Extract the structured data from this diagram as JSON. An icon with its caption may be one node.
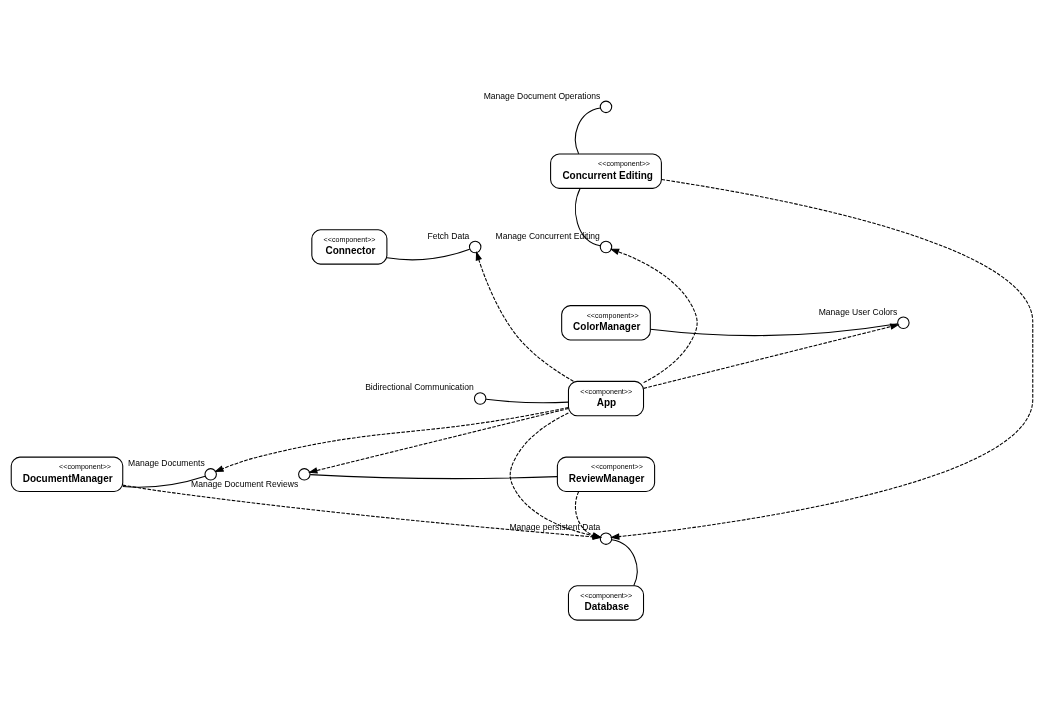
{
  "diagram": {
    "nodes": [
      {
        "text": [],
        "shape": "circle",
        "beside": [
          "Manage Document Operations"
        ]
      },
      {
        "text": [
          "<<component>>",
          "Concurrent Editing"
        ]
      },
      {
        "text": [
          "<<component>>",
          "Connector"
        ]
      },
      {
        "text": [],
        "shape": "circle",
        "beside": [
          "Fetch Data"
        ]
      },
      {
        "text": [],
        "shape": "circle",
        "beside": [
          "Manage Concurrent Editing"
        ]
      },
      {
        "text": [],
        "shape": "circle",
        "beside": [
          "Manage User Colors"
        ]
      },
      {
        "text": [
          "<<component>>",
          "ColorManager"
        ]
      },
      {
        "text": [],
        "shape": "circle",
        "beside": [
          "Bidirectional Communication"
        ]
      },
      {
        "text": [
          "<<component>>",
          "App"
        ]
      },
      {
        "text": [
          "<<component>>",
          "DocumentManager"
        ]
      },
      {
        "text": [],
        "shape": "circle",
        "beside": [
          "Manage Documents"
        ]
      },
      {
        "text": [],
        "shape": "circle",
        "beside": [
          "Manage Document Reviews"
        ]
      },
      {
        "text": [
          "<<component>>",
          "ReviewManager"
        ]
      },
      {
        "text": [],
        "shape": "circle",
        "beside": [
          "Manage persistent Data"
        ]
      },
      {
        "text": [
          "<<component>>",
          "Database"
        ]
      }
    ],
    "edges": [
      {
        "from": 0,
        "to": 1,
        "arrow": "none"
      },
      {
        "from": 1,
        "to": 4,
        "arrow": "none"
      },
      {
        "from": 2,
        "to": 3,
        "arrow": "none"
      },
      {
        "from": 8,
        "to": 3,
        "arrow": "to",
        "style": "dashed"
      },
      {
        "from": 8,
        "to": 4,
        "arrow": "to",
        "style": "dashed"
      },
      {
        "from": 8,
        "to": 5,
        "arrow": "to",
        "style": "dashed"
      },
      {
        "from": 6,
        "to": 5,
        "arrow": "none"
      },
      {
        "from": 7,
        "to": 8,
        "arrow": "none"
      },
      {
        "from": 8,
        "to": 10,
        "arrow": "to",
        "style": "dashed"
      },
      {
        "from": 9,
        "to": 10,
        "arrow": "none"
      },
      {
        "from": 8,
        "to": 11,
        "arrow": "to",
        "style": "dashed"
      },
      {
        "from": 12,
        "to": 11,
        "arrow": "none"
      },
      {
        "from": 8,
        "to": 13,
        "arrow": "to",
        "style": "dashed"
      },
      {
        "from": 9,
        "to": 13,
        "arrow": "to",
        "style": "dashed"
      },
      {
        "from": 12,
        "to": 13,
        "arrow": "to",
        "style": "dashed"
      },
      {
        "from": 14,
        "to": 13,
        "arrow": "none"
      },
      {
        "from": 1,
        "to": 13,
        "arrow": "to",
        "style": "dashed"
      }
    ]
  }
}
